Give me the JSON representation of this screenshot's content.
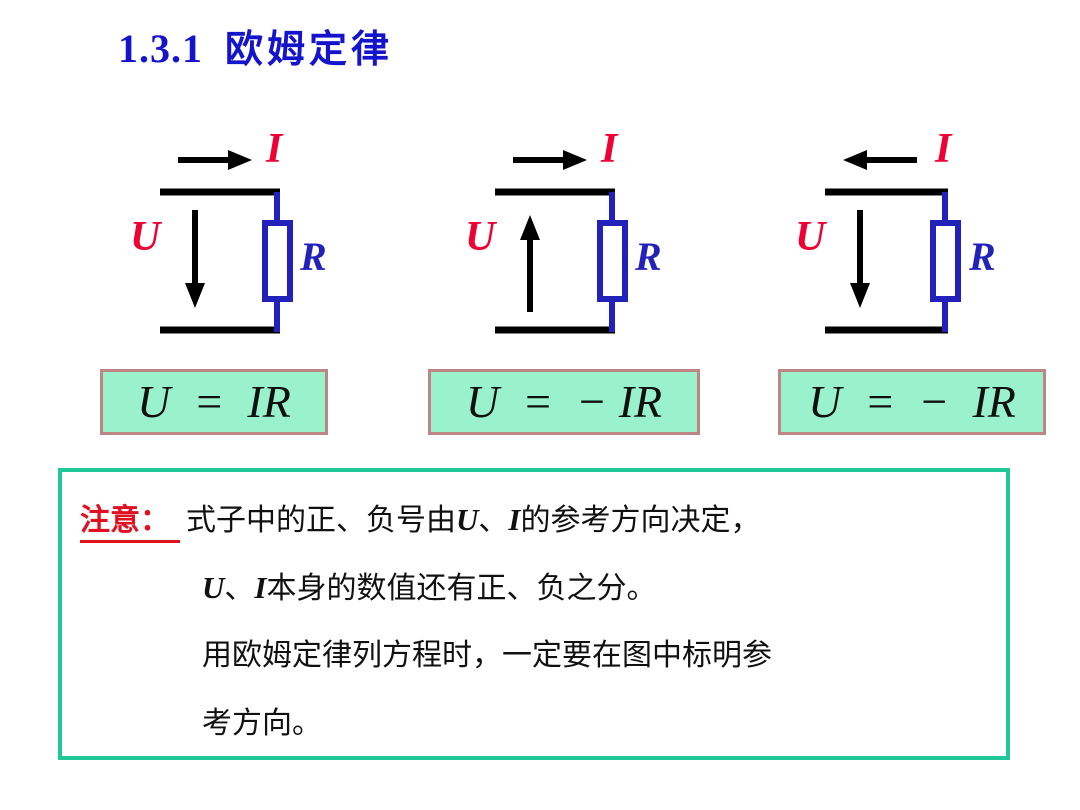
{
  "title": {
    "number": "1.3.1",
    "chinese": "欧姆定律"
  },
  "colors": {
    "title_blue": "#1414CC",
    "label_red": "#EE0033",
    "resistor_blue": "#2222BB",
    "formula_bg": "#99F2CC",
    "formula_border": "#BE8585",
    "note_border": "#20C79B",
    "note_label_red": "#E01020",
    "wire_black": "#000000"
  },
  "circuits": [
    {
      "id": "circuit-1",
      "current_label": "I",
      "current_direction": "right",
      "voltage_label": "U",
      "voltage_direction": "down",
      "resistor_label": "R"
    },
    {
      "id": "circuit-2",
      "current_label": "I",
      "current_direction": "right",
      "voltage_label": "U",
      "voltage_direction": "up",
      "resistor_label": "R"
    },
    {
      "id": "circuit-3",
      "current_label": "I",
      "current_direction": "left",
      "voltage_label": "U",
      "voltage_direction": "down",
      "resistor_label": "R"
    }
  ],
  "formulas": [
    {
      "id": "formula-1",
      "text": "U  =  IR"
    },
    {
      "id": "formula-2",
      "text": "U  =  − IR"
    },
    {
      "id": "formula-3",
      "text": "U  =  −  IR"
    }
  ],
  "note": {
    "label": "注意：",
    "line1_a": "式子中的正、负号由",
    "line1_var1": "U",
    "line1_b": "、",
    "line1_var2": "I",
    "line1_c": "的参考方向决定，",
    "line2_var1": "U",
    "line2_a": "、",
    "line2_var2": "I",
    "line2_b": "本身的数值还有正、负之分。",
    "line3": "用欧姆定律列方程时，一定要在图中标明参",
    "line4": "考方向。"
  }
}
